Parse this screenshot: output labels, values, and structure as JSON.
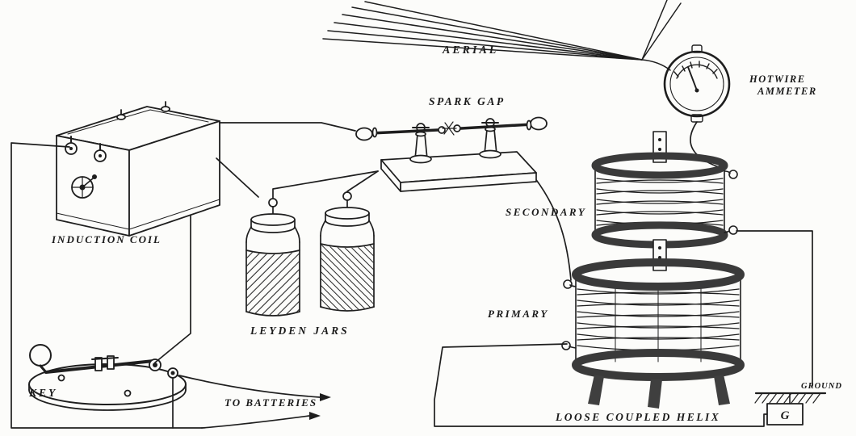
{
  "diagram": {
    "type": "vintage-spark-radio-transmitter-schematic",
    "colors": {
      "ink": "#1e1e1e",
      "paper": "#fcfcfa",
      "coil_rim": "#3a3a3a"
    },
    "labels": {
      "aerial": "AERIAL",
      "spark_gap": "SPARK GAP",
      "hotwire_line1": "HOTWIRE",
      "hotwire_line2": "AMMETER",
      "induction_coil": "INDUCTION COIL",
      "leyden_jars": "LEYDEN JARS",
      "key": "KEY",
      "to_batteries": "TO BATTERIES",
      "secondary": "SECONDARY",
      "primary": "PRIMARY",
      "loose_coupled_helix": "LOOSE COUPLED HELIX",
      "ground": "GROUND",
      "ground_terminal": "G"
    }
  }
}
